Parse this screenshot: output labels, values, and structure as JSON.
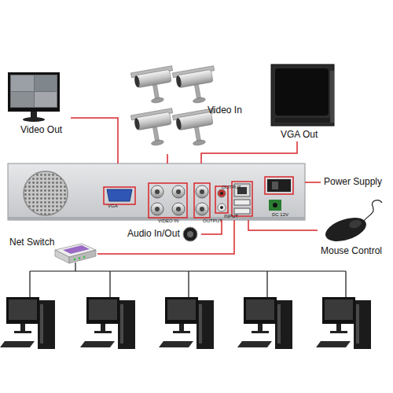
{
  "diagram": {
    "nodes": [
      {
        "text": [
          "VGA",
          "VIDEO IN",
          "OUTPUT",
          "OUTPUT",
          "INPUT",
          "DC 12V"
        ]
      },
      {
        "text": [
          "Video Out"
        ]
      },
      {
        "text": [
          "Video In"
        ]
      },
      {
        "text": [
          "VGA Out"
        ]
      },
      {
        "text": [
          "Power Supply"
        ]
      },
      {
        "text": [
          "Audio In/Out"
        ]
      },
      {
        "text": [
          "Net Switch"
        ]
      },
      {
        "text": [
          "Mouse Control"
        ]
      }
    ],
    "edges": [
      {
        "from": 1,
        "to": 0,
        "arrow": "none"
      },
      {
        "from": 2,
        "to": 0,
        "arrow": "none"
      },
      {
        "from": 3,
        "to": 0,
        "arrow": "none"
      },
      {
        "from": 4,
        "to": 0,
        "arrow": "none"
      },
      {
        "from": 5,
        "to": 0,
        "arrow": "none"
      },
      {
        "from": 6,
        "to": 0,
        "arrow": "none"
      },
      {
        "from": 7,
        "to": 0,
        "arrow": "none"
      }
    ]
  }
}
